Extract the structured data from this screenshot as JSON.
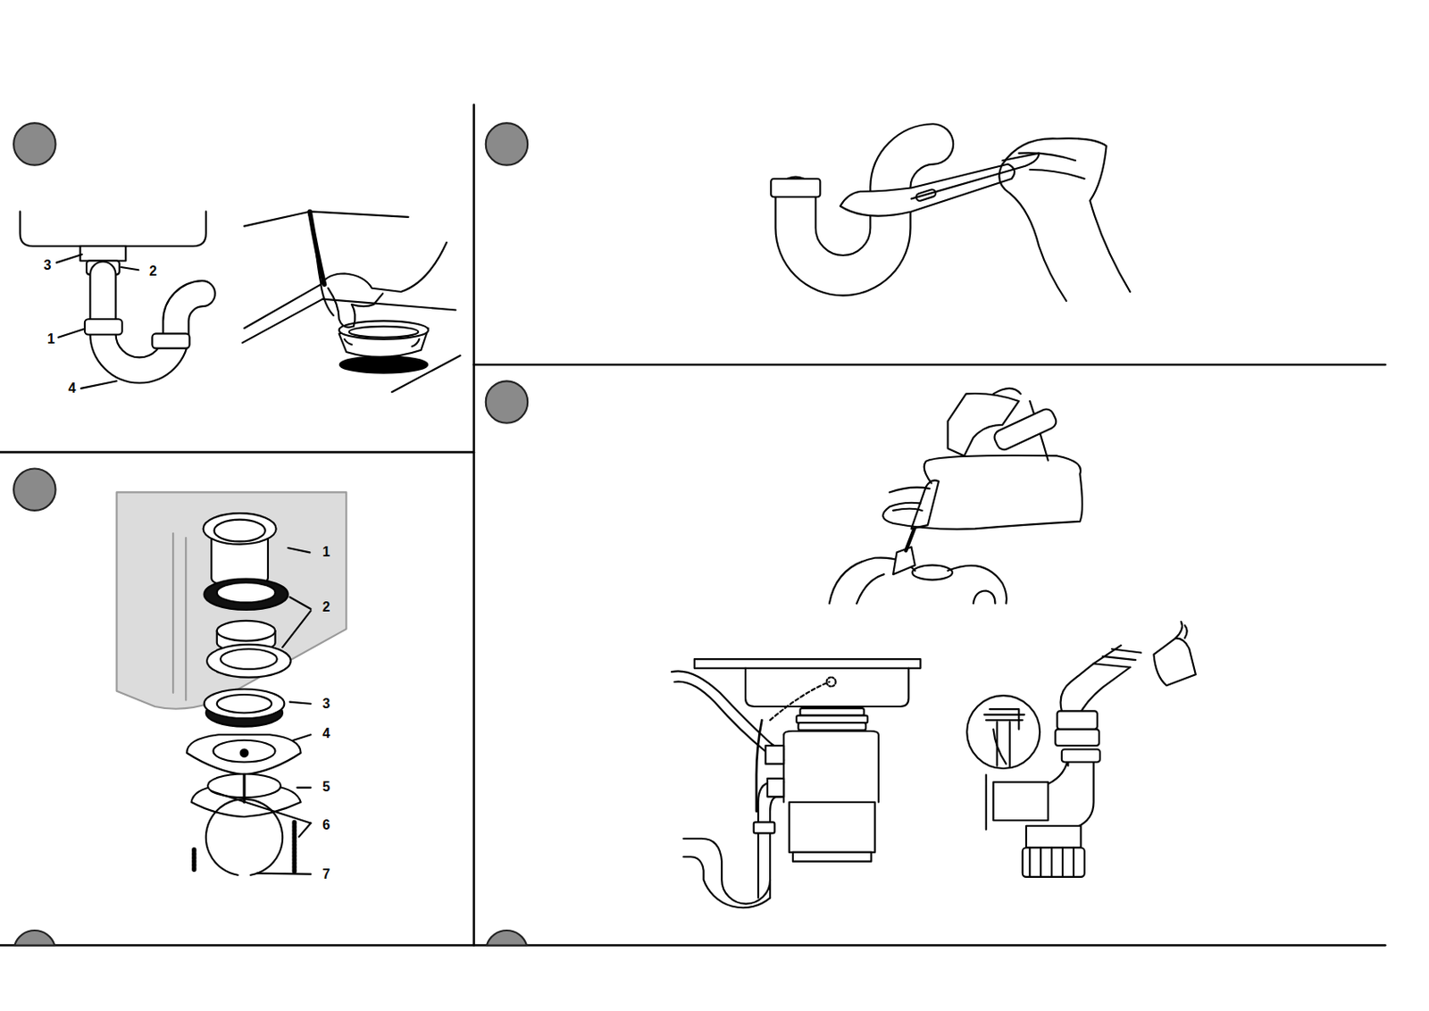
{
  "diagram": {
    "labels": [
      "3",
      "2",
      "1",
      "4",
      "1",
      "2",
      "3",
      "4",
      "5",
      "6",
      "7"
    ]
  }
}
